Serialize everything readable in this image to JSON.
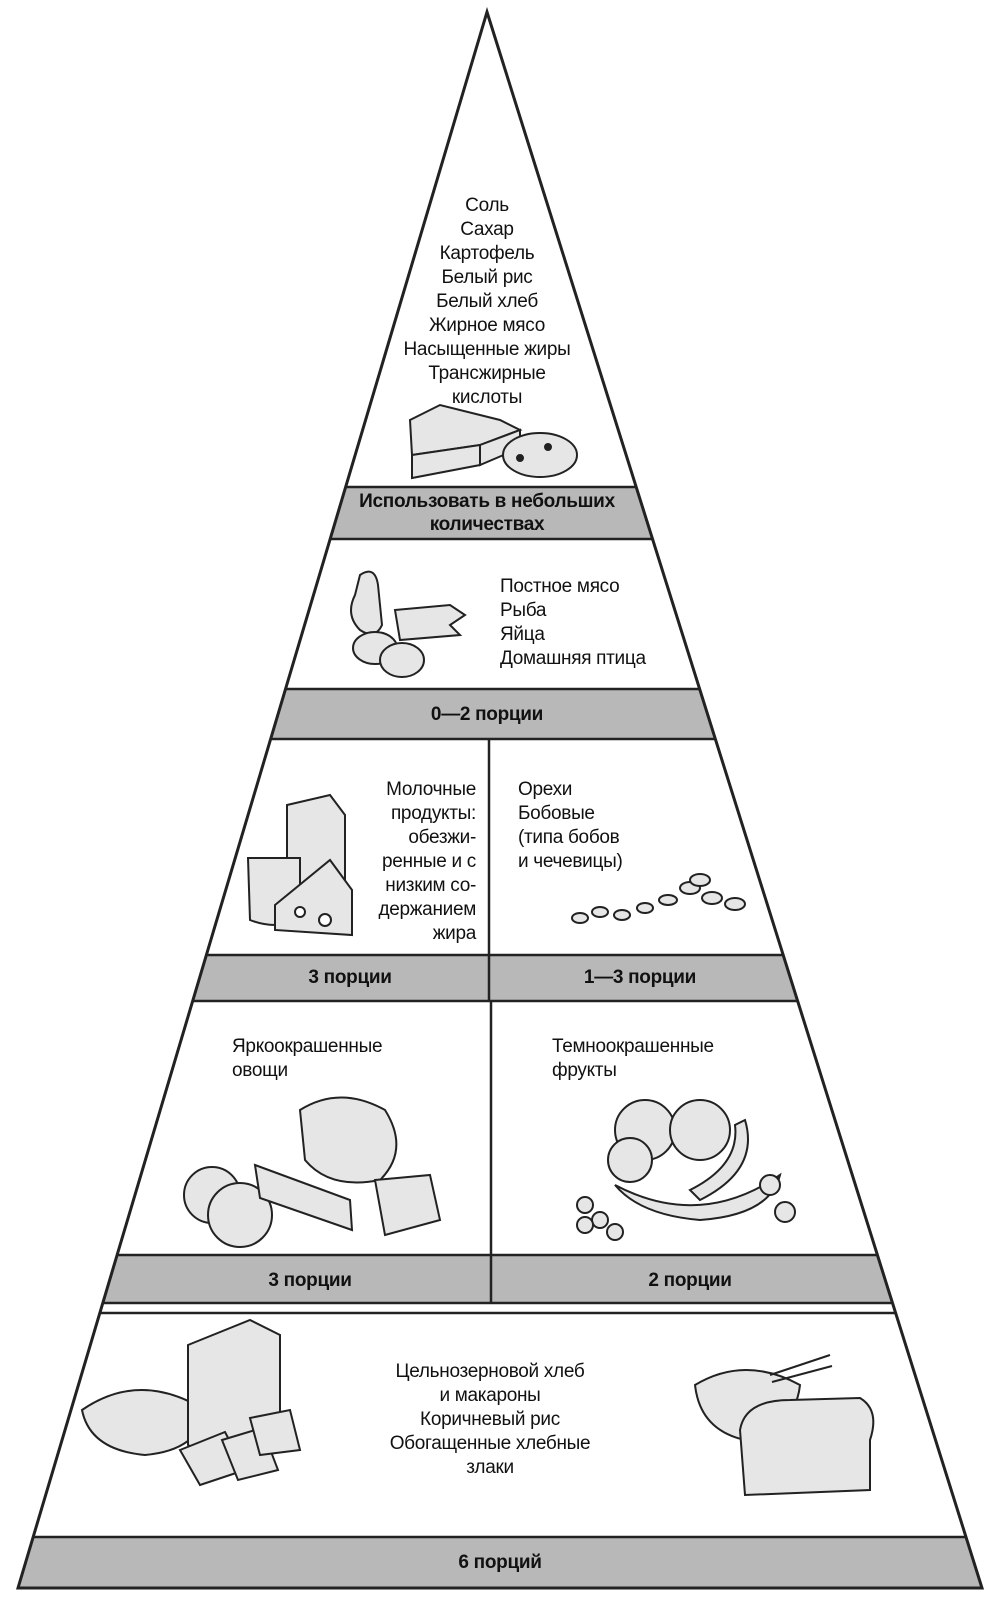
{
  "top": {
    "items": [
      "Соль",
      "Сахар",
      "Картофель",
      "Белый рис",
      "Белый хлеб",
      "Жирное мясо",
      "Насыщенные жиры",
      "Трансжирные",
      "кислоты"
    ],
    "band_lines": [
      "Использовать в небольших",
      "количествах"
    ]
  },
  "protein": {
    "items": [
      "Постное мясо",
      "Рыба",
      "Яйца",
      "Домашняя птица"
    ],
    "band": "0—2 порции"
  },
  "dairy": {
    "lines": [
      "Молочные",
      "продукты:",
      "обезжи-",
      "ренные и с",
      "низким со-",
      "держанием",
      "жира"
    ],
    "band": "3 порции"
  },
  "nuts": {
    "lines": [
      "Орехи",
      "Бобовые",
      "(типа бобов",
      "и чечевицы)"
    ],
    "band": "1—3 порции"
  },
  "vegetables": {
    "lines": [
      "Яркоокрашенные",
      "овощи"
    ],
    "band": "3 порции"
  },
  "fruits": {
    "lines": [
      "Темноокрашенные",
      "фрукты"
    ],
    "band": "2 порции"
  },
  "grains": {
    "lines": [
      "Цельнозерновой хлеб",
      "и макароны",
      "Коричневый рис",
      "Обогащенные хлебные",
      "злаки"
    ],
    "band": "6 порций"
  },
  "colors": {
    "band": "#b8b8b8",
    "outline": "#222222",
    "illustration": "#e6e6e6"
  }
}
